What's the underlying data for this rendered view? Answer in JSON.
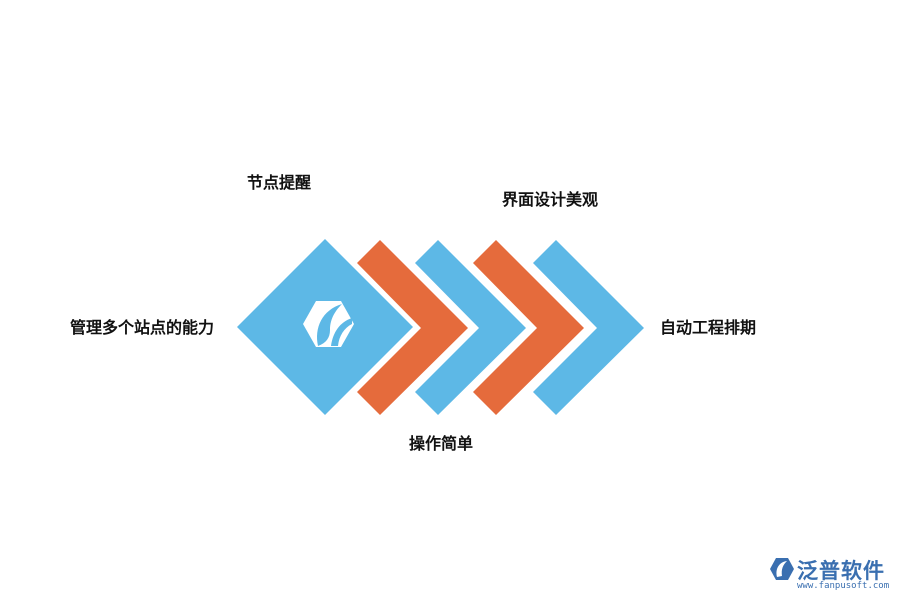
{
  "labels": {
    "node_reminder": "节点提醒",
    "ui_design": "界面设计美观",
    "multi_site": "管理多个站点的能力",
    "auto_scheduling": "自动工程排期",
    "simple_operation": "操作简单"
  },
  "brand": {
    "name": "泛普软件",
    "url": "www.fanpusoft.com"
  },
  "colors": {
    "blue": "#5db8e6",
    "orange": "#e56b3c",
    "brand_blue": "#3a6fb0"
  },
  "icons": {
    "center": "leaf-hexagon-icon",
    "brand": "fanpu-logo-icon"
  }
}
